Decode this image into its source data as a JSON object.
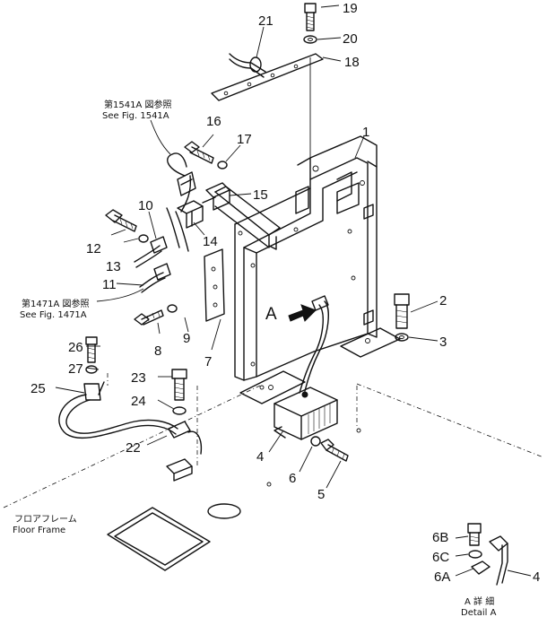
{
  "callouts": {
    "c1": "1",
    "c2": "2",
    "c3": "3",
    "c4": "4",
    "c5": "5",
    "c6": "6",
    "c7": "7",
    "c8": "8",
    "c9": "9",
    "c10": "10",
    "c11": "11",
    "c12": "12",
    "c13": "13",
    "c14": "14",
    "c15": "15",
    "c16": "16",
    "c17": "17",
    "c18": "18",
    "c19": "19",
    "c20": "20",
    "c21": "21",
    "c22": "22",
    "c23": "23",
    "c24": "24",
    "c25": "25",
    "c26": "26",
    "c27": "27",
    "c6a": "6A",
    "c6b": "6B",
    "c6c": "6C",
    "c4d": "4",
    "arrow_a": "A"
  },
  "notes": {
    "see1541_jp": "第1541A 図参照",
    "see1541_en": "See Fig. 1541A",
    "see1471_jp": "第1471A 図参照",
    "see1471_en": "See Fig. 1471A",
    "floor_jp": "フロアフレーム",
    "floor_en": "Floor  Frame",
    "detail_jp": "A  詳  細",
    "detail_en": "Detail  A"
  }
}
